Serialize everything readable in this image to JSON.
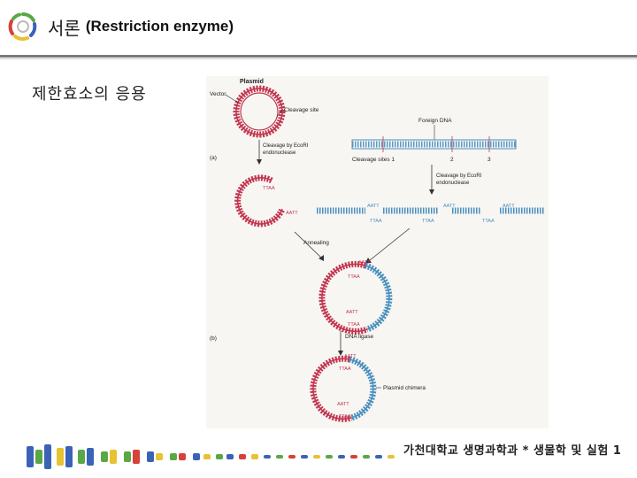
{
  "slide": {
    "title_ko": "서론",
    "title_en": "(Restriction enzyme)",
    "subtitle": "제한효소의 응용",
    "footer": "가천대학교 생명과학과 * 생물학 및 실험 1"
  },
  "figure": {
    "plasmid": "Plasmid",
    "vector": "Vector",
    "cleavage_site": "Cleavage site",
    "foreign_dna": "Foreign DNA",
    "panel_a": "(a)",
    "panel_b": "(b)",
    "cleavage_by_1": "Cleavage by EcoRI",
    "endonuclease_1": "endonuclease",
    "cleavage_sites": "Cleavage sites 1",
    "site2": "2",
    "site3": "3",
    "cleavage_by_2": "Cleavage by EcoRI",
    "endonuclease_2": "endonuclease",
    "aatt": "AATT",
    "ttaa": "TTAA",
    "annealing": "Annealing",
    "dna_ligase": "DNA ligase",
    "plasmid_chimera": "Plasmid chimera"
  },
  "colors": {
    "plasmid": "#c2354f",
    "foreign": "#4a8fbf",
    "footer_blue": "#3a63b8",
    "footer_green": "#5aa845",
    "footer_yellow": "#e7c233",
    "footer_red": "#d8403a"
  }
}
